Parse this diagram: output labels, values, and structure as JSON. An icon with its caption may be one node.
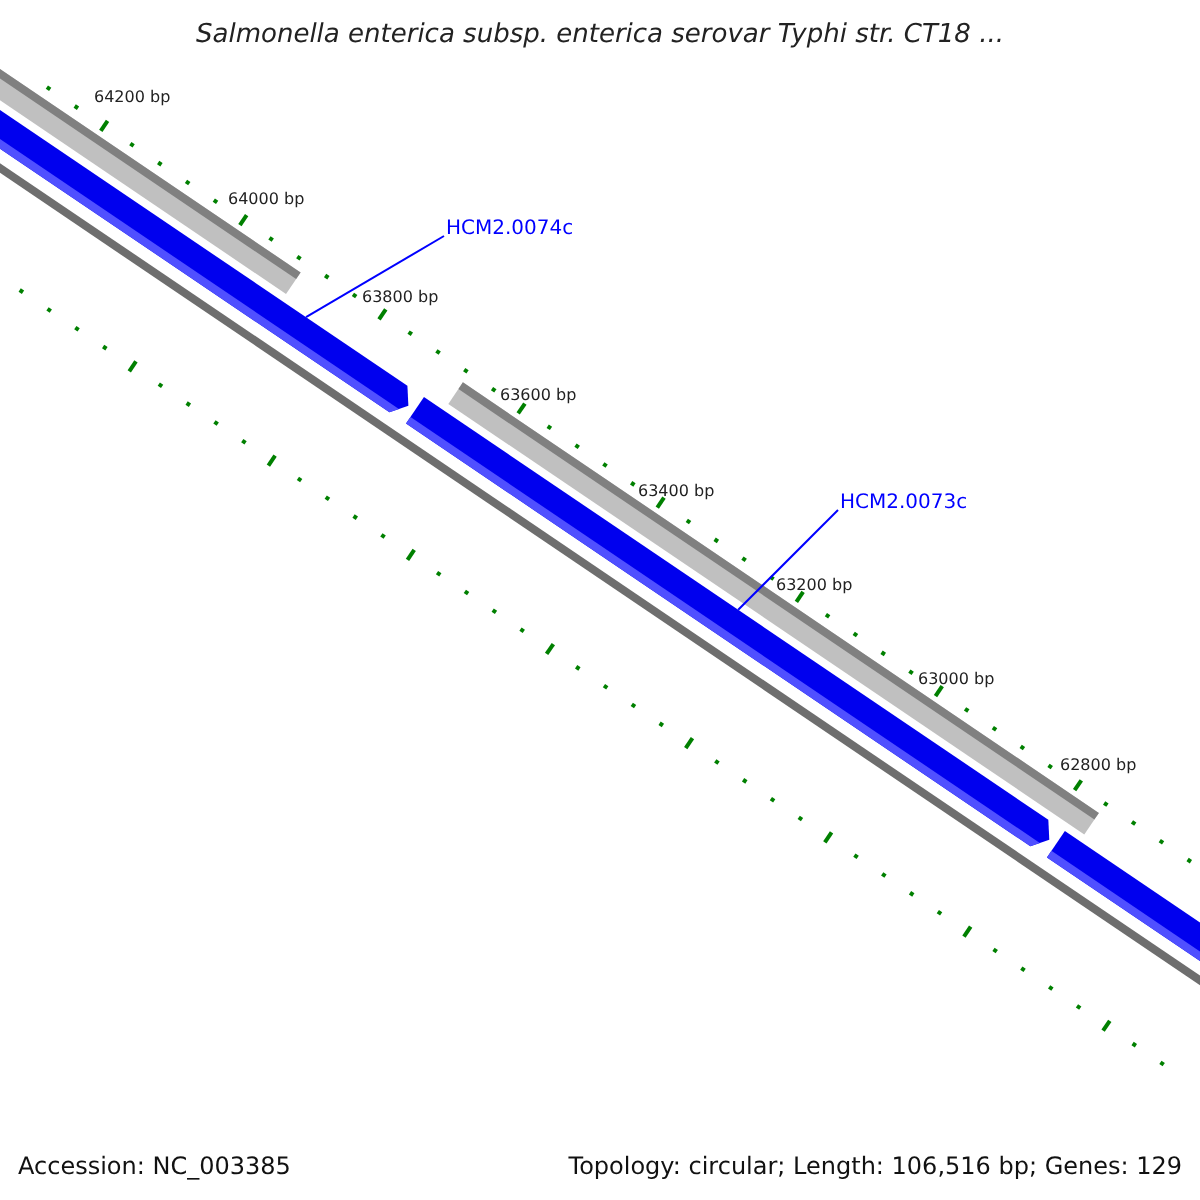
{
  "diagram": {
    "title": "Salmonella enterica subsp. enterica serovar Typhi str. CT18 ...",
    "nodes": [
      {
        "text": [
          "HCM2.0074c"
        ]
      },
      {
        "text": [
          "HCM2.0073c"
        ]
      },
      {
        "text": [],
        "shape": "bar"
      },
      {
        "text": [],
        "shape": "bar"
      },
      {
        "text": [],
        "shape": "bar"
      }
    ],
    "edges": [
      {
        "from": 0,
        "to": 2,
        "arrow": "none"
      },
      {
        "from": 1,
        "to": 3,
        "arrow": "none"
      }
    ],
    "labels": [
      "64200 bp",
      "64000 bp",
      "63800 bp",
      "63600 bp",
      "63400 bp",
      "63200 bp",
      "63000 bp",
      "62800 bp",
      "Accession: NC_003385",
      "Topology: circular; Length: 106,516 bp; Genes: 129"
    ]
  }
}
